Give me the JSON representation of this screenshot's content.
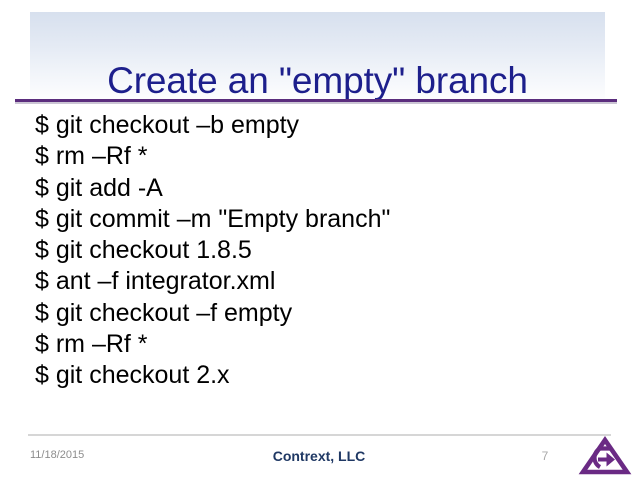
{
  "slide": {
    "title": "Create an \"empty\" branch",
    "background_color": "#ffffff",
    "title_color": "#1d1f8c",
    "accent_rule_color": "#5b2d7d",
    "body_text_color": "#000000",
    "code_lines": [
      "$ git checkout –b empty",
      "$ rm –Rf *",
      "$ git add -A",
      "$ git commit –m \"Empty branch\"",
      "$ git checkout 1.8.5",
      "$ ant –f integrator.xml",
      "$ git checkout –f empty",
      "$ rm –Rf *",
      "$ git checkout 2.x"
    ]
  },
  "footer": {
    "date": "11/18/2015",
    "company": "Contrext, LLC",
    "page_number": "7",
    "date_color": "#8d8d8d",
    "company_color": "#1f3864",
    "page_number_color": "#a8a8a8",
    "logo_color": "#6a2a84",
    "logo_name": "contrext-triangle-arrow-logo"
  }
}
